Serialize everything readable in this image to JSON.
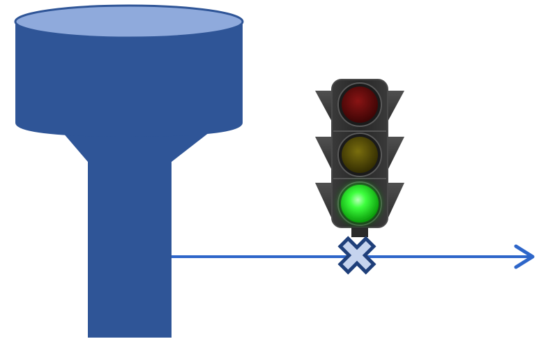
{
  "diagram": {
    "elements": [
      {
        "name": "water-tower",
        "shape": "cylinder-tank-on-column"
      },
      {
        "name": "traffic-light",
        "lamps": [
          "red",
          "yellow",
          "green"
        ],
        "active_lamp": "green"
      },
      {
        "name": "flow-arrow",
        "direction": "right"
      },
      {
        "name": "valve-x-icon",
        "meaning": "closed-valve"
      }
    ]
  },
  "colors": {
    "tower_fill": "#2f5597",
    "tower_top": "#8faadc",
    "pipe": "#2e66c9",
    "valve_fill": "#c5d3ee",
    "valve_stroke": "#1f3f7a",
    "light_housing": "#2e2e2e",
    "light_housing_edge": "#4a4a4a",
    "lamp_red_off": "#6e0d0d",
    "lamp_yellow_off": "#5f5508",
    "lamp_green_on": "#2dff2d"
  }
}
